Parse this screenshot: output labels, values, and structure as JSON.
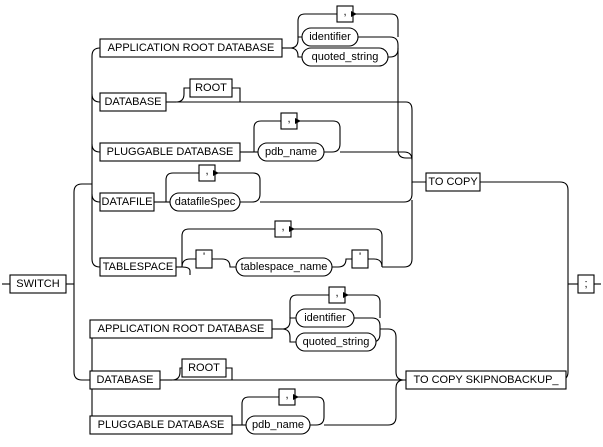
{
  "diagram": {
    "keywords": {
      "switch": "SWITCH",
      "app_root_db": "APPLICATION ROOT DATABASE",
      "database": "DATABASE",
      "root": "ROOT",
      "pluggable_db": "PLUGGABLE DATABASE",
      "datafile": "DATAFILE",
      "tablespace": "TABLESPACE",
      "to_copy": "TO COPY",
      "to_copy_skipnobackup": "TO COPY SKIPNOBACKUP_",
      "comma": ",",
      "quote": "'",
      "semicolon": ";"
    },
    "variables": {
      "identifier": "identifier",
      "quoted_string": "quoted_string",
      "pdb_name": "pdb_name",
      "datafile_spec": "datafileSpec",
      "tablespace_name": "tablespace_name"
    }
  }
}
